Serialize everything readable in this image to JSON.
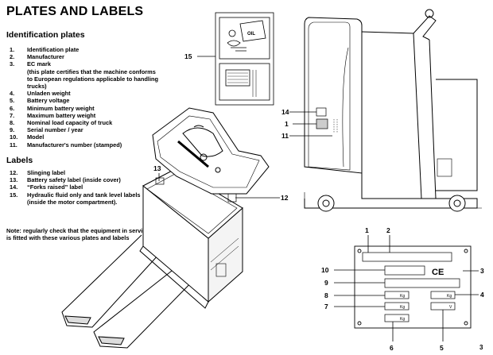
{
  "page": {
    "title": "PLATES AND LABELS",
    "number": "3"
  },
  "identification": {
    "heading": "Identification plates",
    "items": [
      {
        "num": "1.",
        "text": "Identification plate"
      },
      {
        "num": "2.",
        "text": "Manufacturer"
      },
      {
        "num": "3.",
        "text": "EC mark"
      },
      {
        "num": "",
        "text": "(this plate certifies that the machine conforms to European regulations applicable to handling trucks)"
      },
      {
        "num": "4.",
        "text": "Unladen weight"
      },
      {
        "num": "5.",
        "text": "Battery voltage"
      },
      {
        "num": "6.",
        "text": "Minimum battery weight"
      },
      {
        "num": "7.",
        "text": "Maximum battery weight"
      },
      {
        "num": "8.",
        "text": "Nominal load capacity of truck"
      },
      {
        "num": "9.",
        "text": "Serial number / year"
      },
      {
        "num": "10.",
        "text": "Model"
      },
      {
        "num": "11.",
        "text": "Manufacturer's number (stamped)"
      }
    ]
  },
  "labels": {
    "heading": "Labels",
    "items": [
      {
        "num": "12.",
        "text": "Slinging label"
      },
      {
        "num": "13.",
        "text": "Battery safety label (inside cover)"
      },
      {
        "num": "14.",
        "text": "“Forks raised” label"
      },
      {
        "num": "15.",
        "text": "Hydraulic fluid only and tank level labels (inside the motor compartment)."
      }
    ]
  },
  "note": "Note: regularly check that the equipment in service is fitted with these various plates and labels",
  "callouts": {
    "c1": "1",
    "c2": "2",
    "c3": "3",
    "c4": "4",
    "c5": "5",
    "c6": "6",
    "c7": "7",
    "c8": "8",
    "c9": "9",
    "c10": "10",
    "c11": "11",
    "c12": "12",
    "c13": "13",
    "c14": "14",
    "c15": "15",
    "c1b": "1"
  },
  "plate": {
    "unit_kg": "Kg",
    "unit_v": "V",
    "ce_mark": "CE"
  },
  "oil_label": "OIL"
}
